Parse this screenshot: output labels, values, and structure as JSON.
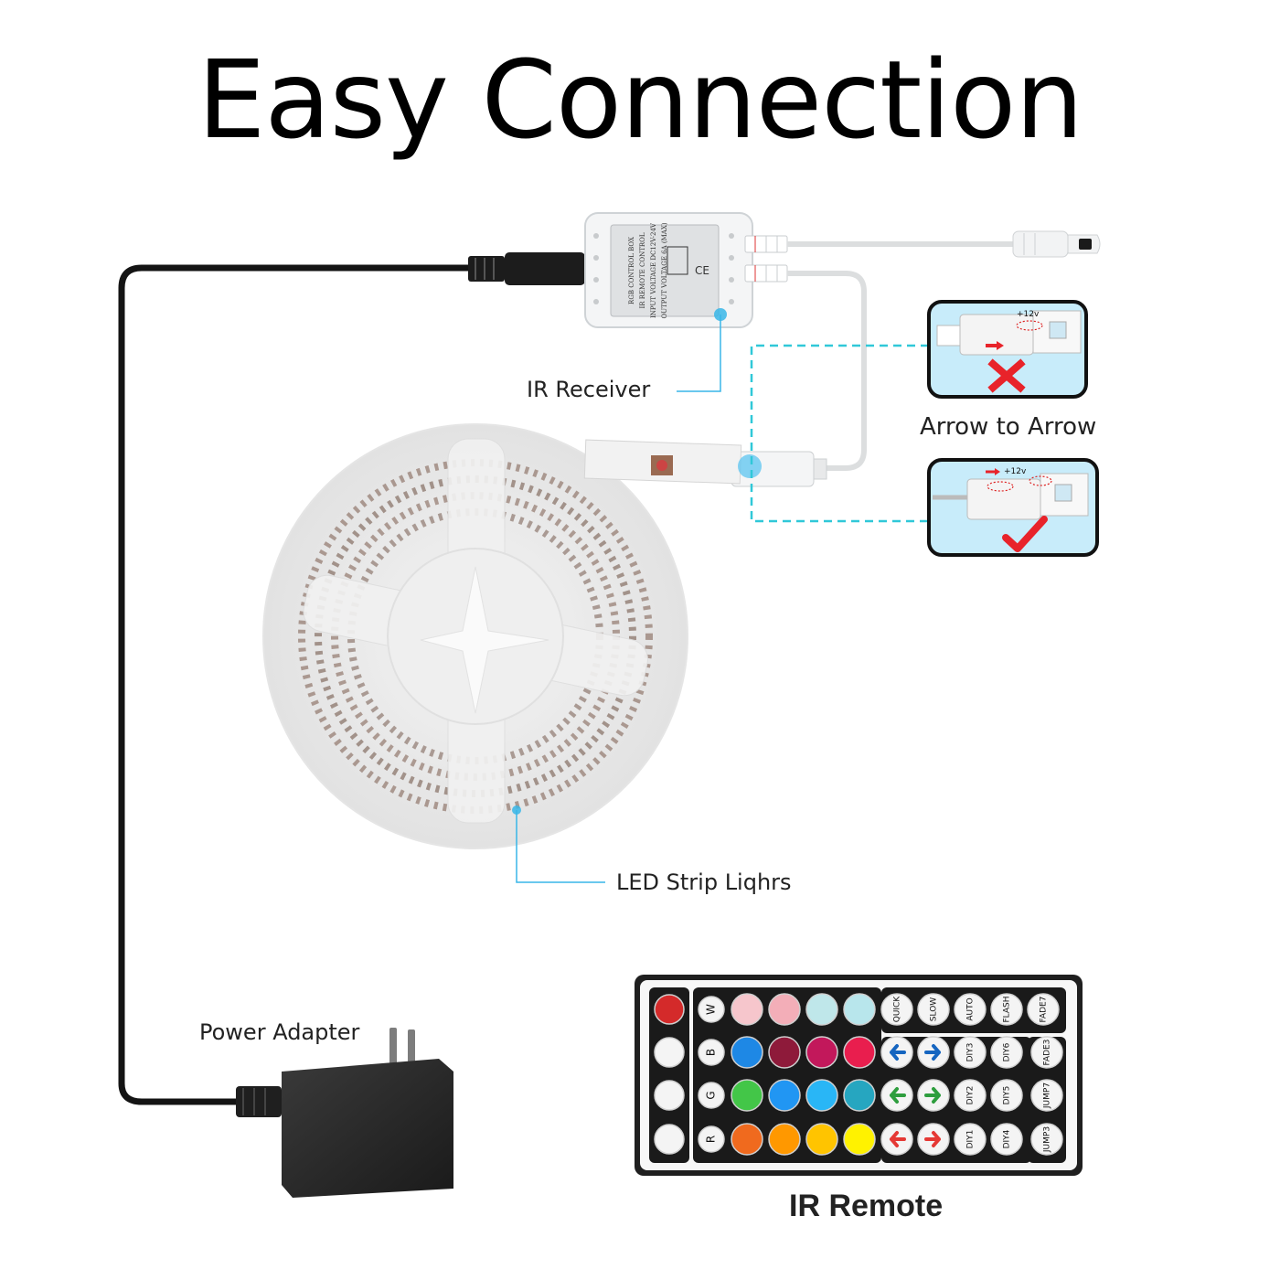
{
  "title": "Easy Connection",
  "labels": {
    "ir_receiver": "IR Receiver",
    "led_strip": "LED Strip Liqhrs",
    "power_adapter": "Power Adapter",
    "arrow_to_arrow": "Arrow to Arrow",
    "ir_remote": "IR Remote",
    "polarity_mark": "+12v"
  },
  "control_box": {
    "lines": [
      "RGB CONTROL BOX",
      "IR REMOTE CONTROL",
      "INPUT VOLTAGE DC12V-24V",
      "OUTPUT VOLTAGE 6A (MAX)"
    ]
  },
  "remote": {
    "side_buttons": [
      "power-icon",
      "play-pause-icon",
      "brightness-down-icon",
      "brightness-up-icon"
    ],
    "rows": [
      {
        "letter": "W",
        "colors": [
          "#f6c6cc",
          "#f3aeb8",
          "#bfe7ea",
          "#b8e6ec"
        ]
      },
      {
        "letter": "B",
        "colors": [
          "#1e88e5",
          "#8e1a3a",
          "#c2185b",
          "#e91e4e"
        ]
      },
      {
        "letter": "G",
        "colors": [
          "#43c648",
          "#2196f3",
          "#29b6f6",
          "#26a6c0"
        ]
      },
      {
        "letter": "R",
        "colors": [
          "#f06a1e",
          "#ff9800",
          "#ffc400",
          "#fff200"
        ]
      }
    ],
    "function_row": [
      "QUICK",
      "SLOW",
      "AUTO",
      "FLASH",
      "FADE7"
    ],
    "diy_columns": [
      [
        "DIY3",
        "DIY2",
        "DIY1"
      ],
      [
        "DIY6",
        "DIY5",
        "DIY4"
      ]
    ],
    "jump_column": [
      "FADE3",
      "JUMP7",
      "JUMP3"
    ],
    "arrow_icons": [
      "arrow-left-icon",
      "arrow-right-icon"
    ],
    "arrow_colors": [
      "#1565c0",
      "#2e9e3e",
      "#e53935"
    ]
  },
  "colors": {
    "cable": "#141414",
    "callout": "#38b6e8",
    "dashed": "#30c8d8",
    "wrong": "#e8232a",
    "right": "#e8232a",
    "inset_bg": "#c8ecfa"
  }
}
